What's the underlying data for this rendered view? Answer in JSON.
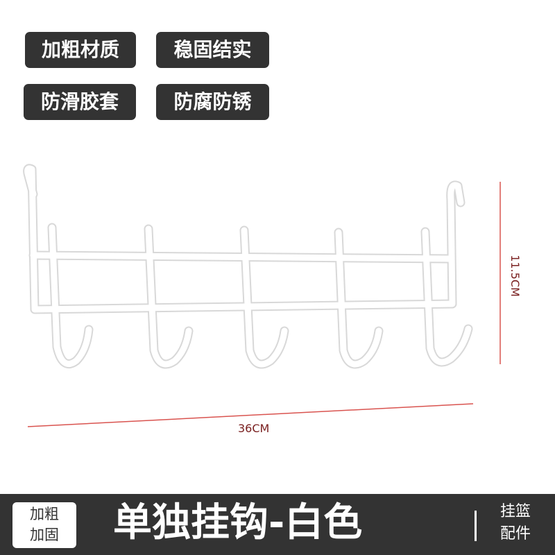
{
  "feature_tags": [
    "加粗材质",
    "稳固结实",
    "防滑胶套",
    "防腐防锈"
  ],
  "dimensions": {
    "width": "36CM",
    "height": "11.5CM"
  },
  "bottom_bar": {
    "spec_line1": "加粗",
    "spec_line2": "加固",
    "title": "单独挂钩-白色",
    "right_line1": "挂篮",
    "right_line2": "配件"
  },
  "colors": {
    "tag_bg": "#333333",
    "dimension_line": "#d9534f",
    "rack": "#ffffff"
  },
  "hook_count": 5
}
